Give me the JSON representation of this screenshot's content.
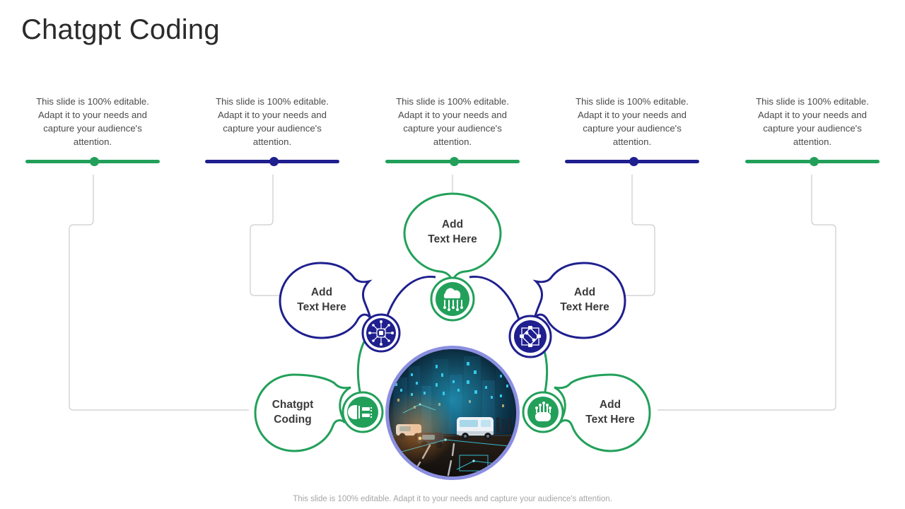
{
  "title": "Chatgpt Coding",
  "footer": "This slide is 100% editable. Adapt it to your needs and capture your audience's attention.",
  "colors": {
    "green": "#22a05a",
    "navy": "#1f1f8f",
    "title": "#2b2b2b",
    "caption": "#4a4a4a",
    "connector": "#cccccc",
    "photo_ring": "#8b8fe0",
    "footer": "#a6a6a6"
  },
  "captions": [
    {
      "text": "This slide is 100% editable. Adapt it to your needs and capture your audience's attention.",
      "accent": "#22a05a",
      "accent_name": "green"
    },
    {
      "text": "This slide is 100% editable. Adapt it to your needs and capture your audience's attention.",
      "accent": "#1f1f8f",
      "accent_name": "navy"
    },
    {
      "text": "This slide is 100% editable. Adapt it to your needs and capture your audience's attention.",
      "accent": "#22a05a",
      "accent_name": "green"
    },
    {
      "text": "This slide is 100% editable. Adapt it to your needs and capture your audience's attention.",
      "accent": "#1f1f8f",
      "accent_name": "navy"
    },
    {
      "text": "This slide is 100% editable. Adapt it to your needs and capture your audience's attention.",
      "accent": "#22a05a",
      "accent_name": "green"
    }
  ],
  "nodes": [
    {
      "id": "top",
      "line1": "Add",
      "line2": "Text Here",
      "accent": "#22a05a",
      "icon": "cloud-computing-icon"
    },
    {
      "id": "mid-left",
      "line1": "Add",
      "line2": "Text Here",
      "accent": "#1f1f8f",
      "icon": "chip-radial-icon"
    },
    {
      "id": "mid-right",
      "line1": "Add",
      "line2": "Text Here",
      "accent": "#1f1f8f",
      "icon": "network-nodes-icon"
    },
    {
      "id": "bottom-left",
      "line1": "Chatgpt",
      "line2": "Coding",
      "accent": "#22a05a",
      "icon": "processor-chip-icon"
    },
    {
      "id": "bottom-right",
      "line1": "Add",
      "line2": "Text Here",
      "accent": "#22a05a",
      "icon": "ai-robot-icon"
    }
  ],
  "center_image": {
    "name": "futuristic-smart-city-street-photo",
    "description": "Night city street with bus and cars, glowing cyan digital network overlay"
  }
}
